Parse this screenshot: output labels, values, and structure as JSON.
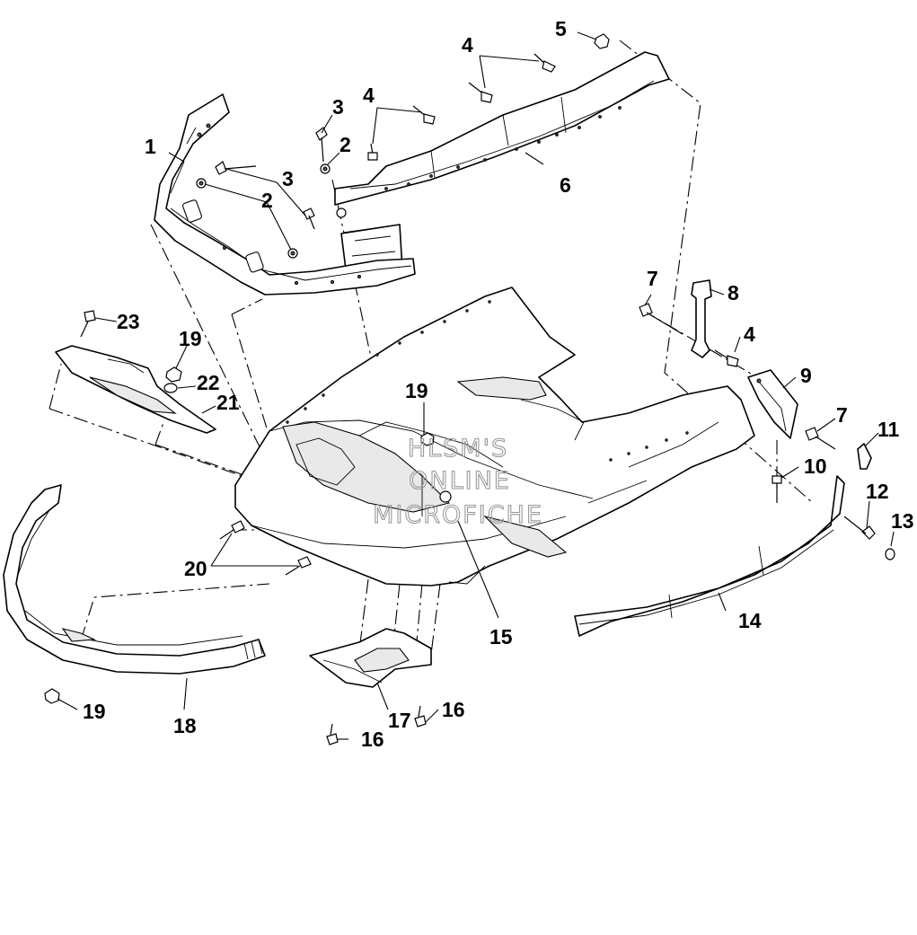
{
  "watermark": {
    "line1": "HLSM'S",
    "line2": "ONLINE",
    "line3": "MICROFICHE"
  },
  "callouts": [
    {
      "id": "c1",
      "label": "1"
    },
    {
      "id": "c2a",
      "label": "2"
    },
    {
      "id": "c2b",
      "label": "2"
    },
    {
      "id": "c3a",
      "label": "3"
    },
    {
      "id": "c3b",
      "label": "3"
    },
    {
      "id": "c4a",
      "label": "4"
    },
    {
      "id": "c4b",
      "label": "4"
    },
    {
      "id": "c4c",
      "label": "4"
    },
    {
      "id": "c5",
      "label": "5"
    },
    {
      "id": "c6",
      "label": "6"
    },
    {
      "id": "c7a",
      "label": "7"
    },
    {
      "id": "c7b",
      "label": "7"
    },
    {
      "id": "c8",
      "label": "8"
    },
    {
      "id": "c9",
      "label": "9"
    },
    {
      "id": "c10",
      "label": "10"
    },
    {
      "id": "c11",
      "label": "11"
    },
    {
      "id": "c12",
      "label": "12"
    },
    {
      "id": "c13",
      "label": "13"
    },
    {
      "id": "c14",
      "label": "14"
    },
    {
      "id": "c15",
      "label": "15"
    },
    {
      "id": "c16a",
      "label": "16"
    },
    {
      "id": "c16b",
      "label": "16"
    },
    {
      "id": "c17",
      "label": "17"
    },
    {
      "id": "c18",
      "label": "18"
    },
    {
      "id": "c19a",
      "label": "19"
    },
    {
      "id": "c19b",
      "label": "19"
    },
    {
      "id": "c19c",
      "label": "19"
    },
    {
      "id": "c20",
      "label": "20"
    },
    {
      "id": "c21",
      "label": "21"
    },
    {
      "id": "c22",
      "label": "22"
    },
    {
      "id": "c23",
      "label": "23"
    }
  ]
}
